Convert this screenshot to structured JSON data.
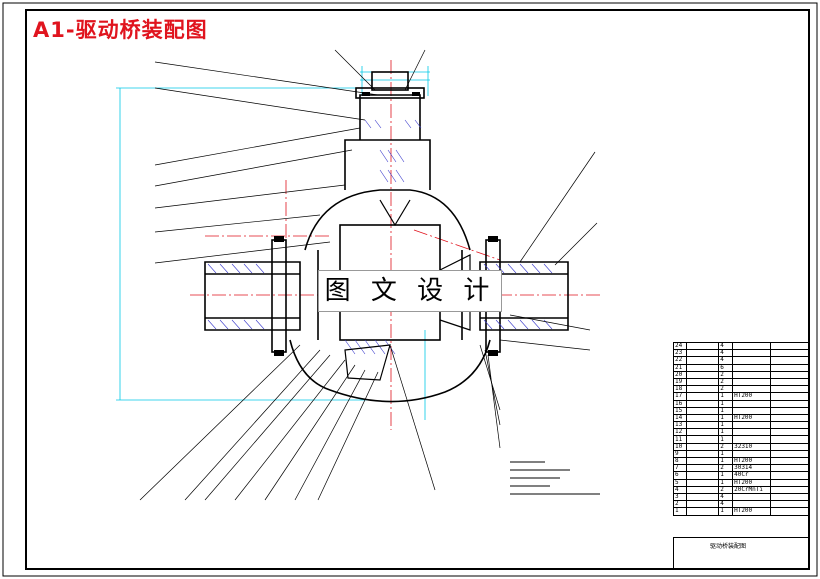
{
  "title": "A1-驱动桥装配图",
  "watermark": "图 文 设 计",
  "bom_rows": [
    {
      "no": "24",
      "qty": "4",
      "mat": "",
      "note": ""
    },
    {
      "no": "23",
      "qty": "4",
      "mat": "",
      "note": ""
    },
    {
      "no": "22",
      "qty": "4",
      "mat": "",
      "note": ""
    },
    {
      "no": "21",
      "qty": "6",
      "mat": "",
      "note": ""
    },
    {
      "no": "20",
      "qty": "2",
      "mat": "",
      "note": ""
    },
    {
      "no": "19",
      "qty": "2",
      "mat": "",
      "note": ""
    },
    {
      "no": "18",
      "qty": "2",
      "mat": "",
      "note": ""
    },
    {
      "no": "17",
      "qty": "1",
      "mat": "HT200",
      "note": ""
    },
    {
      "no": "16",
      "qty": "1",
      "mat": "",
      "note": ""
    },
    {
      "no": "15",
      "qty": "1",
      "mat": "",
      "note": ""
    },
    {
      "no": "14",
      "qty": "1",
      "mat": "HT200",
      "note": ""
    },
    {
      "no": "13",
      "qty": "1",
      "mat": "",
      "note": ""
    },
    {
      "no": "12",
      "qty": "1",
      "mat": "",
      "note": ""
    },
    {
      "no": "11",
      "qty": "1",
      "mat": "",
      "note": ""
    },
    {
      "no": "10",
      "qty": "2",
      "mat": "32310",
      "note": ""
    },
    {
      "no": "9",
      "qty": "1",
      "mat": "",
      "note": ""
    },
    {
      "no": "8",
      "qty": "1",
      "mat": "HT200",
      "note": ""
    },
    {
      "no": "7",
      "qty": "2",
      "mat": "30314",
      "note": ""
    },
    {
      "no": "6",
      "qty": "1",
      "mat": "40Cr",
      "note": ""
    },
    {
      "no": "5",
      "qty": "1",
      "mat": "HT200",
      "note": ""
    },
    {
      "no": "4",
      "qty": "2",
      "mat": "20CrMnTi",
      "note": ""
    },
    {
      "no": "3",
      "qty": "4",
      "mat": "",
      "note": ""
    },
    {
      "no": "2",
      "qty": "4",
      "mat": "",
      "note": ""
    },
    {
      "no": "1",
      "qty": "1",
      "mat": "HT200",
      "note": ""
    }
  ],
  "drawing_name": "驱动桥装配图",
  "colors": {
    "frame": "#000000",
    "title": "#e0141e",
    "centerline": "#e0141e",
    "dimension": "#00c8e6",
    "hatch": "#3c3ccc",
    "outline": "#000000"
  }
}
